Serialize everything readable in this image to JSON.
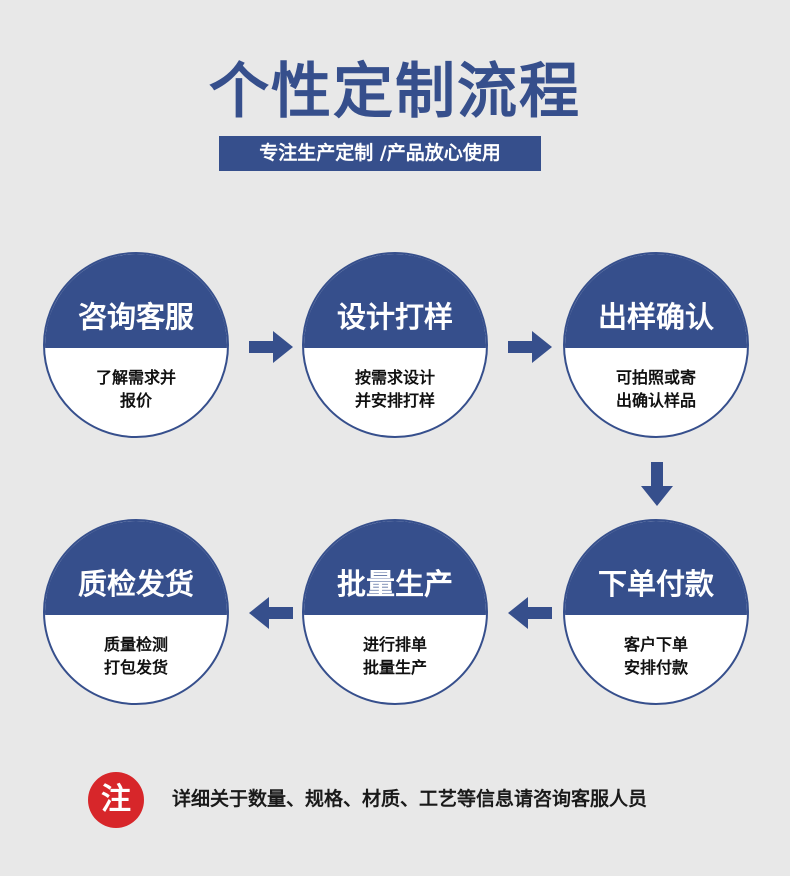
{
  "header": {
    "title": "个性定制流程",
    "subtitle": "专注生产定制 /产品放心使用"
  },
  "steps": [
    {
      "title": "咨询客服",
      "lines": [
        "了解需求并",
        "报价"
      ]
    },
    {
      "title": "设计打样",
      "lines": [
        "按需求设计",
        "并安排打样"
      ]
    },
    {
      "title": "出样确认",
      "lines": [
        "可拍照或寄",
        "出确认样品"
      ]
    },
    {
      "title": "下单付款",
      "lines": [
        "客户下单",
        "安排付款"
      ]
    },
    {
      "title": "批量生产",
      "lines": [
        "进行排单",
        "批量生产"
      ]
    },
    {
      "title": "质检发货",
      "lines": [
        "质量检测",
        "打包发货"
      ]
    }
  ],
  "note": {
    "badge": "注",
    "text": "详细关于数量、规格、材质、工艺等信息请咨询客服人员"
  },
  "colors": {
    "brand": "#364f8c",
    "badge": "#d7262a",
    "background": "#e8e8e8"
  },
  "icons": [
    "arrow-right-icon",
    "arrow-down-icon",
    "arrow-left-icon"
  ]
}
